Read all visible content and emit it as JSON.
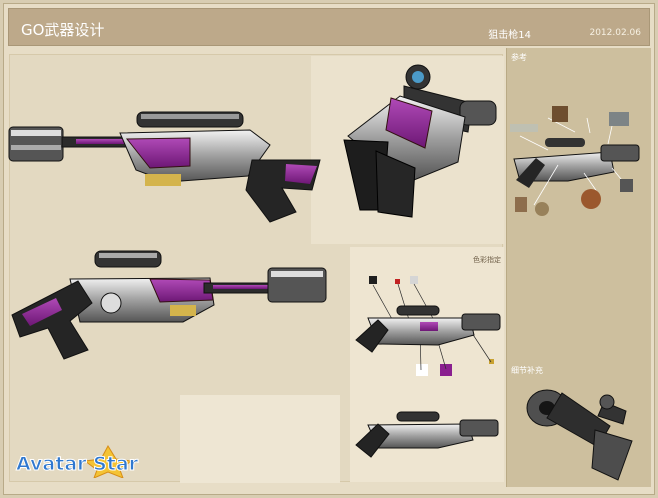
{
  "header": {
    "title": "GO武器设计",
    "weapon_name": "狙击枪14",
    "date": "2012.02.06"
  },
  "labels": {
    "reference": "参考",
    "color_spec": "色彩指定",
    "detail_supplement": "细节补充"
  },
  "logo": {
    "text": "Avatar Star"
  },
  "colors": {
    "purple": "#8a1f8f",
    "silver": "#d5d5d5",
    "dark": "#2a2a2a",
    "gold": "#c9a231",
    "white": "#ffffff",
    "red": "#c22222"
  }
}
